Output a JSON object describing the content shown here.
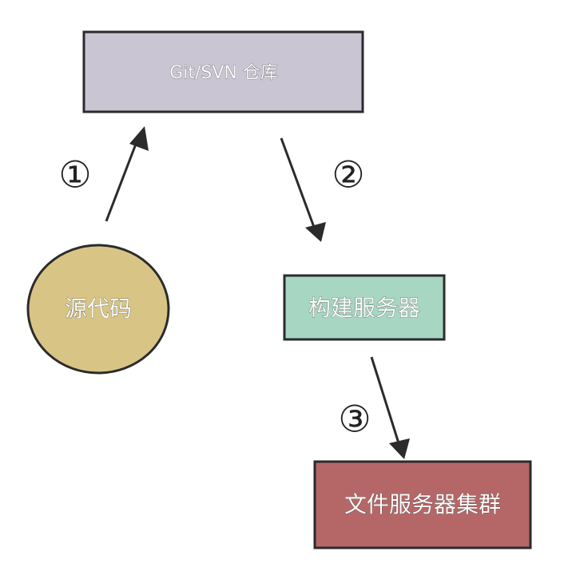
{
  "nodes": {
    "repository": {
      "label": "Git/SVN 仓库",
      "fill": "#c9c5d2"
    },
    "source_code": {
      "label": "源代码",
      "fill": "#d8c585"
    },
    "build_server": {
      "label": "构建服务器",
      "fill": "#a7d6c3"
    },
    "file_server_cluster": {
      "label": "文件服务器集群",
      "fill": "#b56767"
    }
  },
  "steps": {
    "step1": "①",
    "step2": "②",
    "step3": "③"
  },
  "colors": {
    "stroke": "#2b2b2b",
    "arrow": "#2b2b2b"
  }
}
